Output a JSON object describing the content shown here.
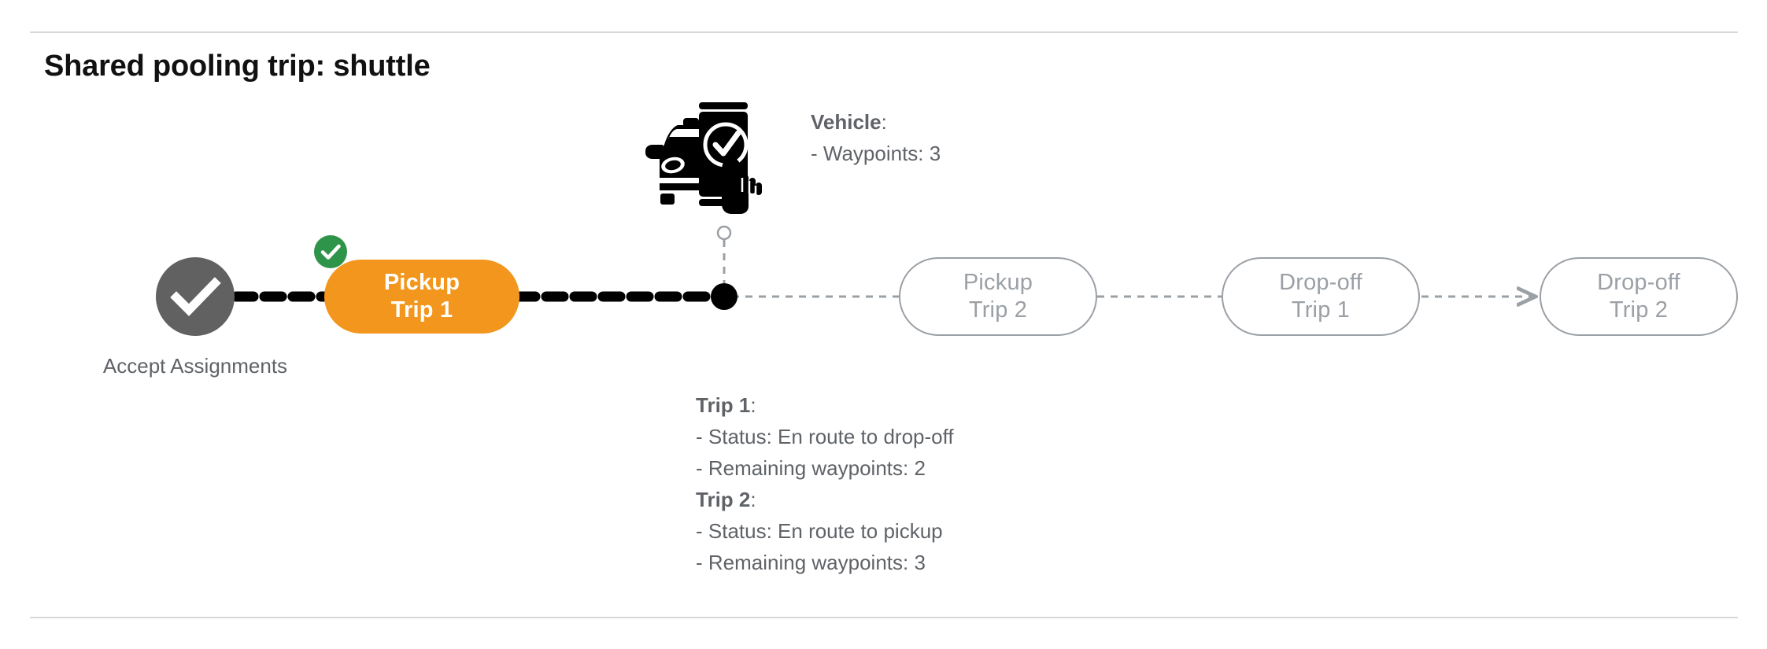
{
  "page": {
    "title": "Shared pooling trip: shuttle"
  },
  "flow": {
    "start_node": {
      "icon": "check-circle-icon",
      "label_line1": "Accept",
      "label_line2": "Assignments",
      "color": "#616161"
    },
    "completed_badge": {
      "icon": "check-badge-icon",
      "color": "#2e9449"
    },
    "nodes": [
      {
        "id": "pickup-trip-1",
        "line1": "Pickup",
        "line2": "Trip 1",
        "state": "active",
        "color": "#f3961e",
        "text_color": "#ffffff"
      },
      {
        "id": "pickup-trip-2",
        "line1": "Pickup",
        "line2": "Trip 2",
        "state": "pending",
        "color": "#ffffff",
        "text_color": "#9aa0a6"
      },
      {
        "id": "dropoff-trip-1",
        "line1": "Drop-off",
        "line2": "Trip 1",
        "state": "pending",
        "color": "#ffffff",
        "text_color": "#9aa0a6"
      },
      {
        "id": "dropoff-trip-2",
        "line1": "Drop-off",
        "line2": "Trip 2",
        "state": "pending",
        "color": "#ffffff",
        "text_color": "#9aa0a6"
      }
    ],
    "vehicle_marker": {
      "icon": "vehicle-phone-check-icon",
      "position_dot": "current-position-dot"
    }
  },
  "vehicle_info": {
    "heading": "Vehicle",
    "heading_colon": ":",
    "rows": [
      "- Waypoints: 3"
    ]
  },
  "trip_info": {
    "trip1_heading": "Trip 1",
    "trip1_colon": ":",
    "trip1_status": "- Status:  En route to drop-off",
    "trip1_waypoints": "- Remaining waypoints: 2",
    "trip2_heading": "Trip 2",
    "trip2_colon": ":",
    "trip2_status": "- Status:  En route to pickup",
    "trip2_waypoints": "- Remaining waypoints: 3"
  }
}
